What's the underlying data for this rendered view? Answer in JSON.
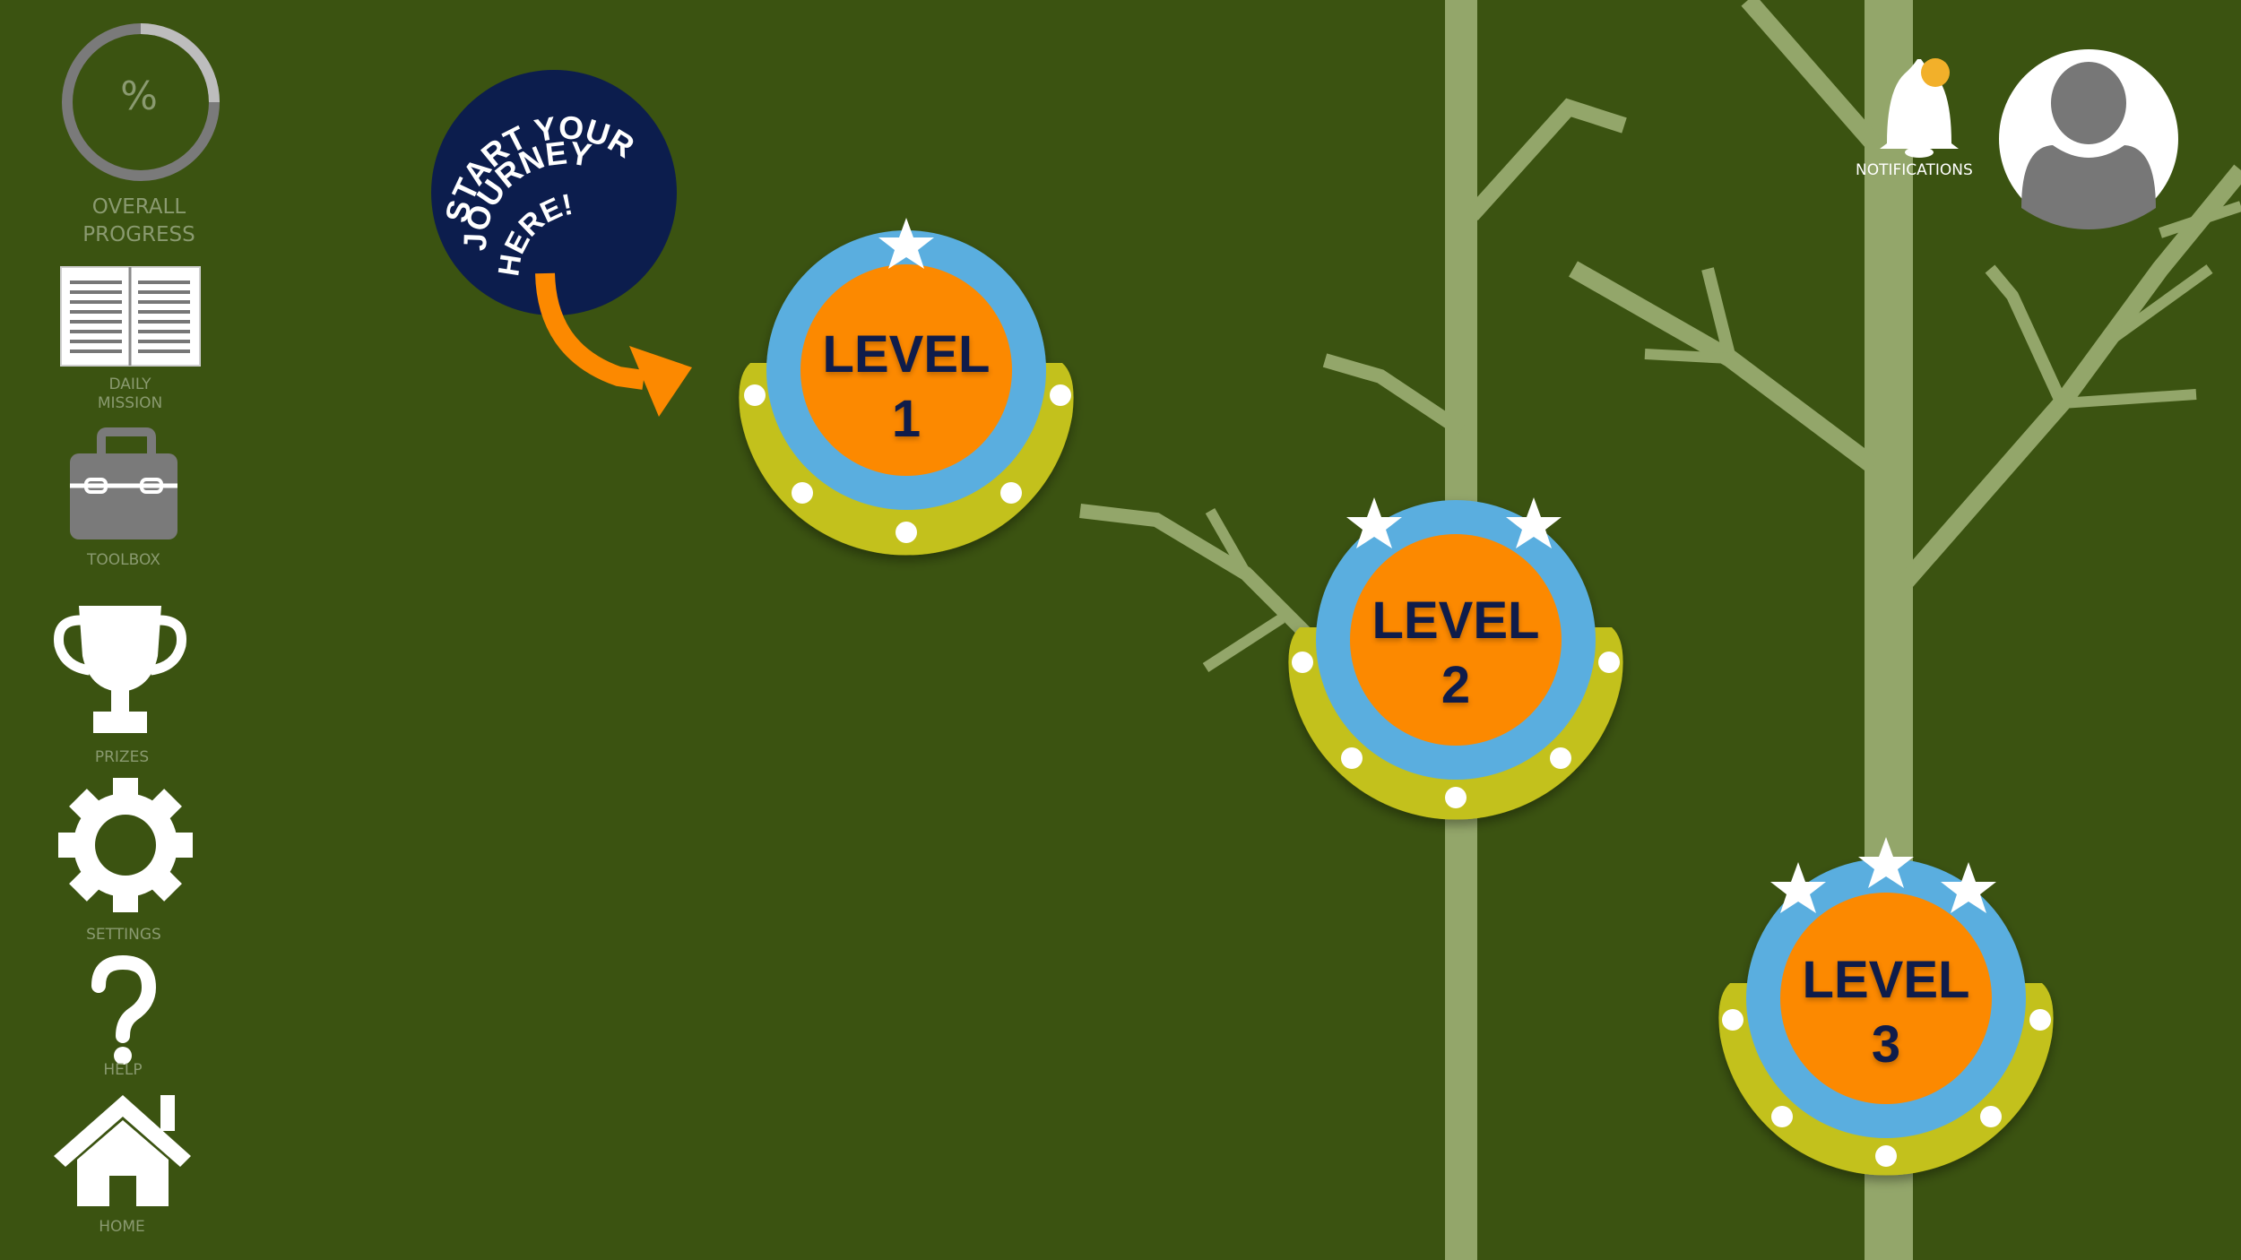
{
  "sidebar": {
    "progress": {
      "symbol": "%",
      "label_line1": "OVERALL",
      "label_line2": "PROGRESS",
      "icon": "progress-ring-icon"
    },
    "daily_mission": {
      "label_line1": "DAILY",
      "label_line2": "MISSION",
      "icon": "open-book-icon"
    },
    "toolbox": {
      "label": "TOOLBOX",
      "icon": "toolbox-icon"
    },
    "prizes": {
      "label": "PRIZES",
      "icon": "trophy-icon"
    },
    "settings": {
      "label": "SETTINGS",
      "icon": "gear-icon"
    },
    "help": {
      "label": "HELP",
      "icon": "question-mark-icon"
    },
    "home": {
      "label": "HOME",
      "icon": "house-icon"
    }
  },
  "header": {
    "notifications": {
      "label": "NOTIFICATIONS",
      "icon": "bell-icon",
      "has_unread": true
    },
    "profile": {
      "icon": "user-avatar-icon"
    }
  },
  "start_badge": {
    "text": "START YOUR JOURNEY HERE!",
    "line1": "START YOUR",
    "line2": "JOURNEY",
    "line3": "HERE!"
  },
  "levels": [
    {
      "line1": "LEVEL",
      "line2": "1",
      "stars": 1
    },
    {
      "line1": "LEVEL",
      "line2": "2",
      "stars": 2
    },
    {
      "line1": "LEVEL",
      "line2": "3",
      "stars": 3
    }
  ],
  "colors": {
    "background": "#3b5311",
    "tree": "#93a66a",
    "level_outer": "#c3c11a",
    "level_ring": "#5aaedf",
    "level_core": "#fc8900",
    "level_text": "#0f1c4a",
    "badge": "#0c1d4d",
    "arrow": "#fc8900",
    "notification_dot": "#f2b02a",
    "icon_gray": "#7a7a7a"
  }
}
